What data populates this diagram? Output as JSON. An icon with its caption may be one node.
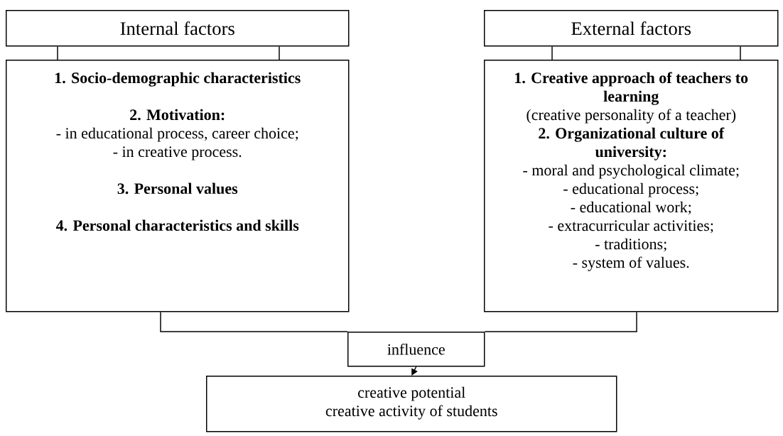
{
  "diagram": {
    "nodes": [
      {
        "text": [
          "Internal factors"
        ]
      },
      {
        "text": [
          "**1. Socio-demographic characteristics**",
          "**2. Motivation:**",
          "- in educational process, career choice;",
          "- in creative process.",
          "**3. Personal values**",
          "**4. Personal characteristics and skills**"
        ]
      },
      {
        "text": [
          "External factors"
        ]
      },
      {
        "text": [
          "**1. Creative approach of teachers to learning**",
          "(creative personality of a teacher)",
          "**2. Organizational culture of university:**",
          "- moral and psychological climate;",
          "- educational process;",
          "- educational work;",
          "- extracurricular activities;",
          "- traditions;",
          "- system of values."
        ]
      },
      {
        "text": [
          "influence"
        ]
      },
      {
        "text": [
          "creative potential",
          "creative activity of students"
        ]
      }
    ],
    "edges": [
      {
        "from": 0,
        "to": 1,
        "arrow": "none"
      },
      {
        "from": 0,
        "to": 1,
        "arrow": "none"
      },
      {
        "from": 2,
        "to": 3,
        "arrow": "none"
      },
      {
        "from": 2,
        "to": 3,
        "arrow": "none"
      },
      {
        "from": 1,
        "to": 4,
        "arrow": "none"
      },
      {
        "from": 3,
        "to": 4,
        "arrow": "none"
      },
      {
        "from": 4,
        "to": 5,
        "arrow": "to"
      }
    ]
  }
}
